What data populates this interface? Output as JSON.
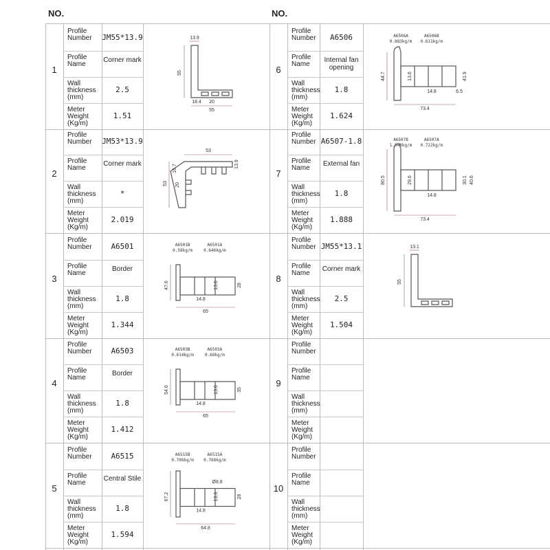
{
  "header": {
    "no_left": "NO.",
    "no_right": "NO."
  },
  "labels": {
    "profile_number": "Profile Number",
    "profile_name": "Profile Name",
    "wall_thickness": "Wall thickness (mm)",
    "meter_weight": "Meter Weight (Kg/m)"
  },
  "items": [
    {
      "no": "1",
      "number": "JM55*13.9",
      "name": "Corner mark",
      "wall": "2.5",
      "weight": "1.51",
      "dims": [
        "13.9",
        "55",
        "18.4",
        "20",
        "55"
      ],
      "notes": []
    },
    {
      "no": "2",
      "number": "JM53*13.9",
      "name": "Corner mark",
      "wall": "*",
      "weight": "2.019",
      "dims": [
        "53",
        "16.7",
        "13.9",
        "53",
        "20"
      ],
      "notes": []
    },
    {
      "no": "3",
      "number": "A6501",
      "name": "Border",
      "wall": "1.8",
      "weight": "1.344",
      "dims": [
        "47.6",
        "13.6",
        "28",
        "14.8",
        "65"
      ],
      "notes": [
        "A6501B",
        "0.58kg/m",
        "A6501A",
        "0.646kg/m"
      ]
    },
    {
      "no": "4",
      "number": "A6503",
      "name": "Border",
      "wall": "1.8",
      "weight": "1.412",
      "dims": [
        "54.6",
        "13.6",
        "35",
        "14.8",
        "65"
      ],
      "notes": [
        "A6503B",
        "0.614kg/m",
        "A6503A",
        "0.68kg/m"
      ]
    },
    {
      "no": "5",
      "number": "A6515",
      "name": "Central Stile",
      "wall": "1.8",
      "weight": "1.594",
      "dims": [
        "67.2",
        "13.6",
        "28",
        "14.8",
        "64.8",
        "Ø8.8"
      ],
      "notes": [
        "A6515B",
        "0.708kg/m",
        "A6515A",
        "0.768kg/m"
      ]
    },
    {
      "no": "6",
      "number": "A6506",
      "name": "Internal fan opening",
      "wall": "1.8",
      "weight": "1.624",
      "dims": [
        "41.9",
        "44.7",
        "13.6",
        "14.8",
        "6.5",
        "73.4"
      ],
      "notes": [
        "A6506A",
        "0.883kg/m",
        "A6506B",
        "0.611kg/m"
      ]
    },
    {
      "no": "7",
      "number": "A6507-1.8",
      "name": "External fan",
      "wall": "1.8",
      "weight": "1.888",
      "dims": [
        "80.5",
        "29.6",
        "30.1",
        "40.6",
        "14.8",
        "73.4"
      ],
      "notes": [
        "A6507B",
        "1.048kg/m",
        "A6507A",
        "0.722kg/m"
      ]
    },
    {
      "no": "8",
      "number": "JM55*13.1",
      "name": "Corner mark",
      "wall": "2.5",
      "weight": "1.504",
      "dims": [
        "13.1",
        "55"
      ],
      "notes": []
    },
    {
      "no": "9",
      "number": "",
      "name": "",
      "wall": "",
      "weight": "",
      "dims": [],
      "notes": []
    },
    {
      "no": "10",
      "number": "",
      "name": "",
      "wall": "",
      "weight": "",
      "dims": [],
      "notes": []
    }
  ]
}
